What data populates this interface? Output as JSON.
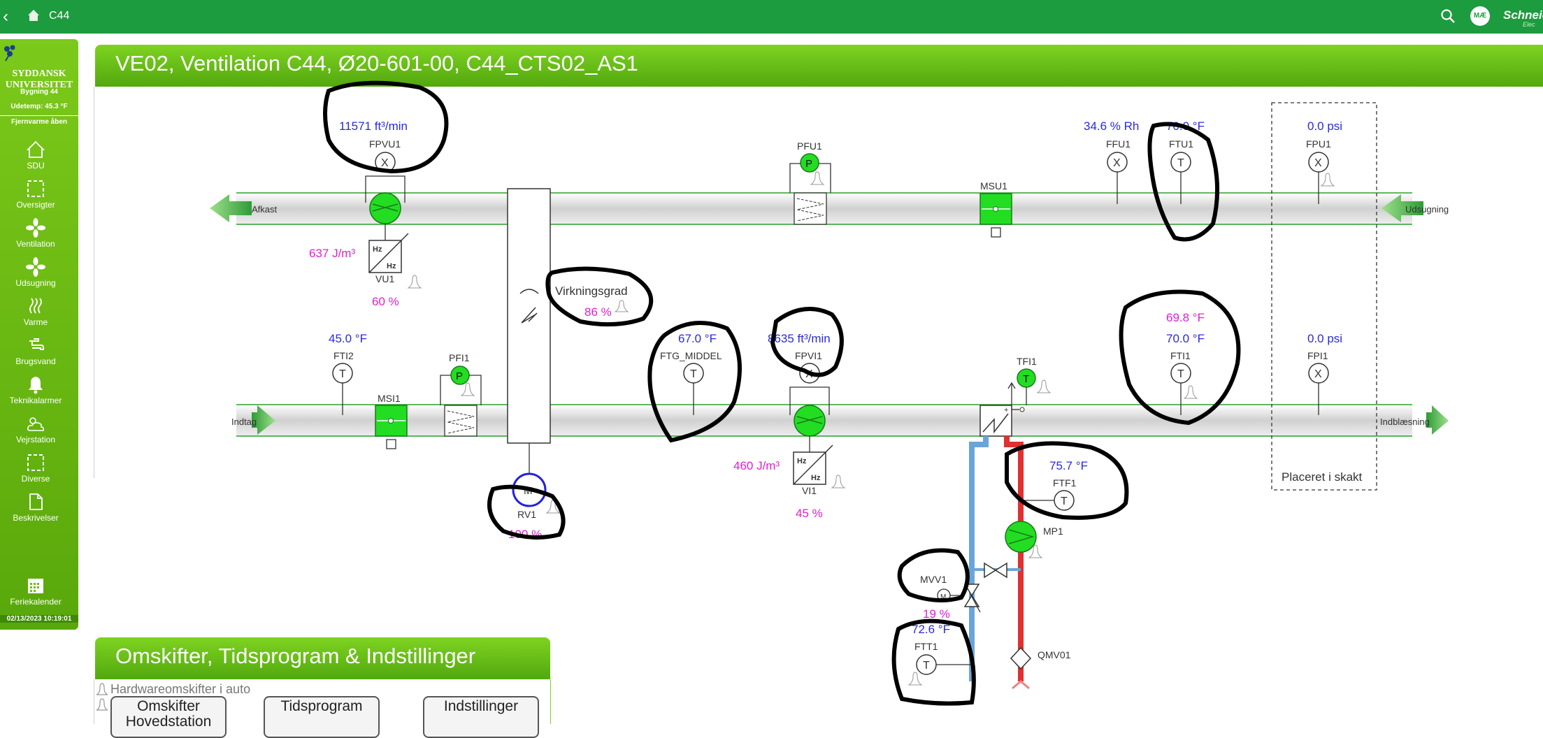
{
  "topbar": {
    "title": "C44",
    "avatar": "MÆ",
    "brand": "Schneid",
    "brand_sub": "Elec"
  },
  "sidebar": {
    "logo": [
      "SYDDANSK",
      "UNIVERSITET"
    ],
    "building": "Bygning 44",
    "outdoor_temp": "Udetemp: 45.3 °F",
    "district_heating": "Fjernvarme åben",
    "items": [
      {
        "label": "SDU",
        "icon": "home-icon"
      },
      {
        "label": "Oversigter",
        "icon": "overview-icon"
      },
      {
        "label": "Ventilation",
        "icon": "fan-icon"
      },
      {
        "label": "Udsugning",
        "icon": "fan-icon"
      },
      {
        "label": "Varme",
        "icon": "heat-icon"
      },
      {
        "label": "Brugsvand",
        "icon": "tap-icon"
      },
      {
        "label": "Teknikalarmer",
        "icon": "bell-icon"
      },
      {
        "label": "Vejrstation",
        "icon": "weather-icon"
      },
      {
        "label": "Diverse",
        "icon": "misc-icon"
      },
      {
        "label": "Beskrivelser",
        "icon": "document-icon"
      },
      {
        "label": "Feriekalender",
        "icon": "calendar-icon"
      }
    ],
    "datetime": "02/13/2023 10:19:01"
  },
  "panel": {
    "title": "VE02, Ventilation C44, Ø20-601-00, C44_CTS02_AS1"
  },
  "diagram": {
    "afkast": "Afkast",
    "udsugning": "Udsugning",
    "indtag": "Indtag",
    "indblaesning": "Indblæsning",
    "fpvu1": {
      "name": "FPVU1",
      "value": "11571 ft³/min"
    },
    "vu1": {
      "name": "VU1",
      "energy": "637 J/m³",
      "pct": "60 %"
    },
    "pfu1": {
      "name": "PFU1"
    },
    "msu1": {
      "name": "MSU1"
    },
    "ffu1": {
      "name": "FFU1",
      "value": "34.6 % Rh"
    },
    "ftu1": {
      "name": "FTU1",
      "value": "70.0 °F"
    },
    "fpu1": {
      "name": "FPU1",
      "value": "0.0 psi"
    },
    "fti2": {
      "name": "FTI2",
      "value": "45.0 °F"
    },
    "msi1": {
      "name": "MSI1"
    },
    "pfi1": {
      "name": "PFI1"
    },
    "hx": {
      "label": "Virkningsgrad",
      "value": "86 %"
    },
    "rv1": {
      "name": "RV1",
      "value": "100 %"
    },
    "ftg": {
      "name": "FTG_MIDDEL",
      "value": "67.0 °F"
    },
    "fpvi1": {
      "name": "FPVI1",
      "value": "8635 ft³/min"
    },
    "vi1": {
      "name": "VI1",
      "energy": "460 J/m³",
      "pct": "45 %"
    },
    "tfi1": {
      "name": "TFI1"
    },
    "fti1": {
      "name": "FTI1",
      "setpoint": "69.8 °F",
      "value": "70.0 °F"
    },
    "fpi1": {
      "name": "FPI1",
      "value": "0.0 psi"
    },
    "shaft": "Placeret i skakt",
    "ftf1": {
      "name": "FTF1",
      "value": "75.7 °F"
    },
    "mp1": {
      "name": "MP1"
    },
    "mvv1": {
      "name": "MVV1",
      "pct": "19 %"
    },
    "ftt1": {
      "name": "FTT1",
      "value": "72.6 °F"
    },
    "qmv01": {
      "name": "QMV01"
    }
  },
  "panel2": {
    "title": "Omskifter, Tidsprogram & Indstillinger",
    "hw": "Hardwareomskifter i auto",
    "buttons": [
      "Omskifter Hovedstation",
      "Tidsprogram",
      "Indstillinger"
    ]
  },
  "colors": {
    "green": "#1d9b3f",
    "sidebar": "#6cbf12",
    "value_blue": "#2a2ae0",
    "value_magenta": "#e020d0",
    "component_green": "#22dd22"
  }
}
